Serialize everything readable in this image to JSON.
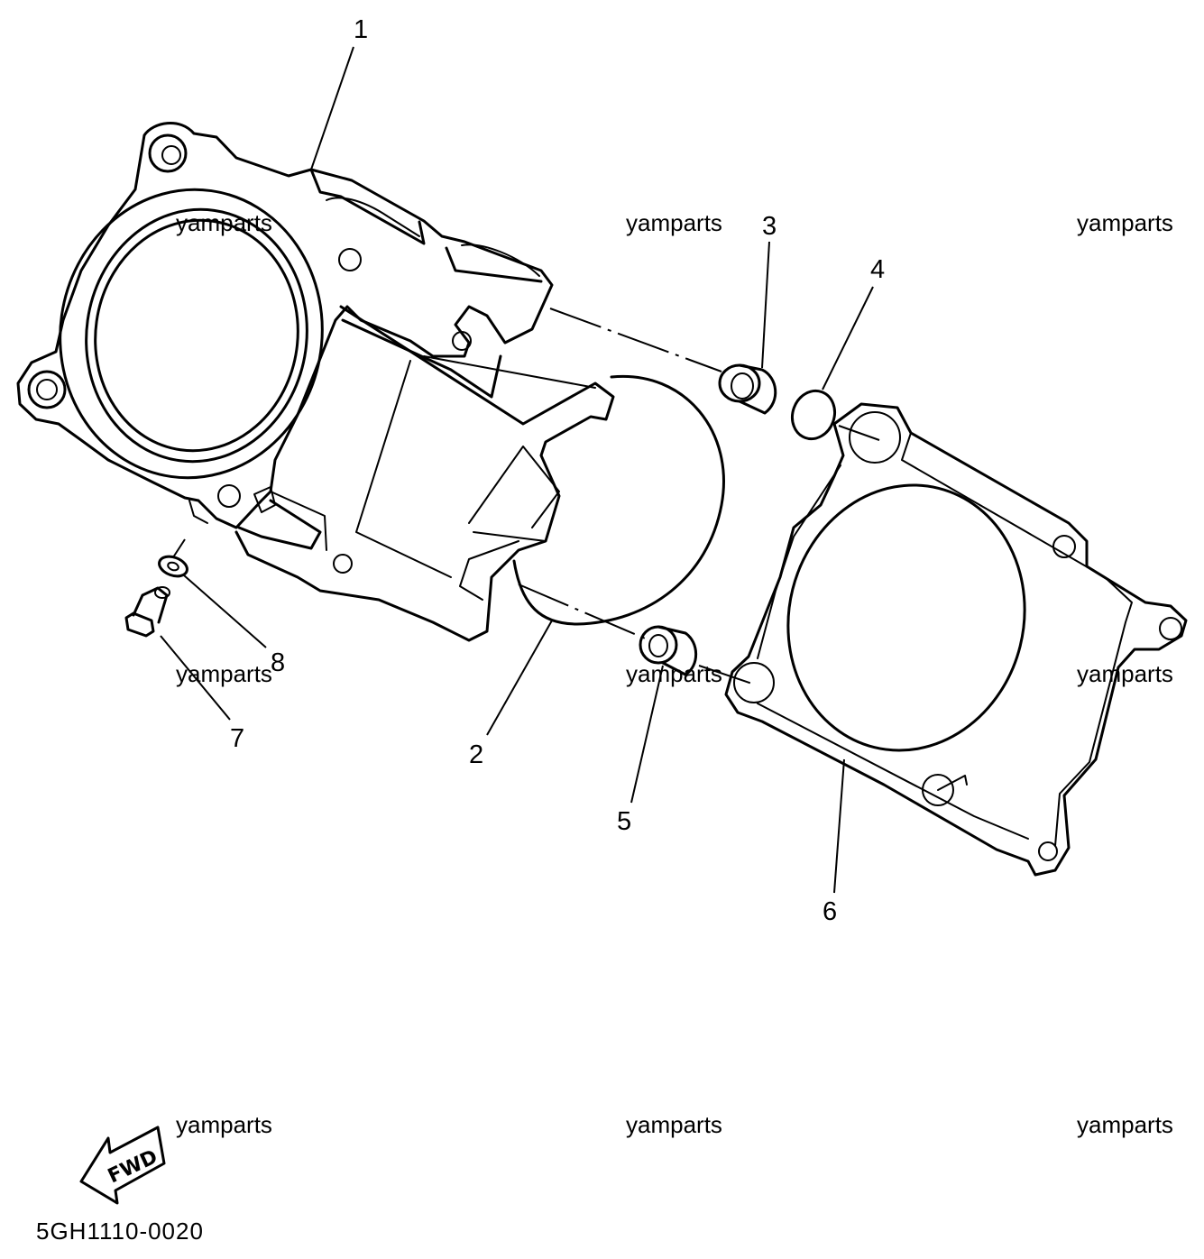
{
  "diagram": {
    "callouts": [
      "1",
      "2",
      "3",
      "4",
      "5",
      "6",
      "7",
      "8"
    ],
    "watermarks": [
      "yamparts",
      "yamparts",
      "yamparts",
      "yamparts",
      "yamparts",
      "yamparts",
      "yamparts",
      "yamparts",
      "yamparts"
    ],
    "fwd_label": "FWD",
    "diagram_code": "5GH1110-0020"
  }
}
